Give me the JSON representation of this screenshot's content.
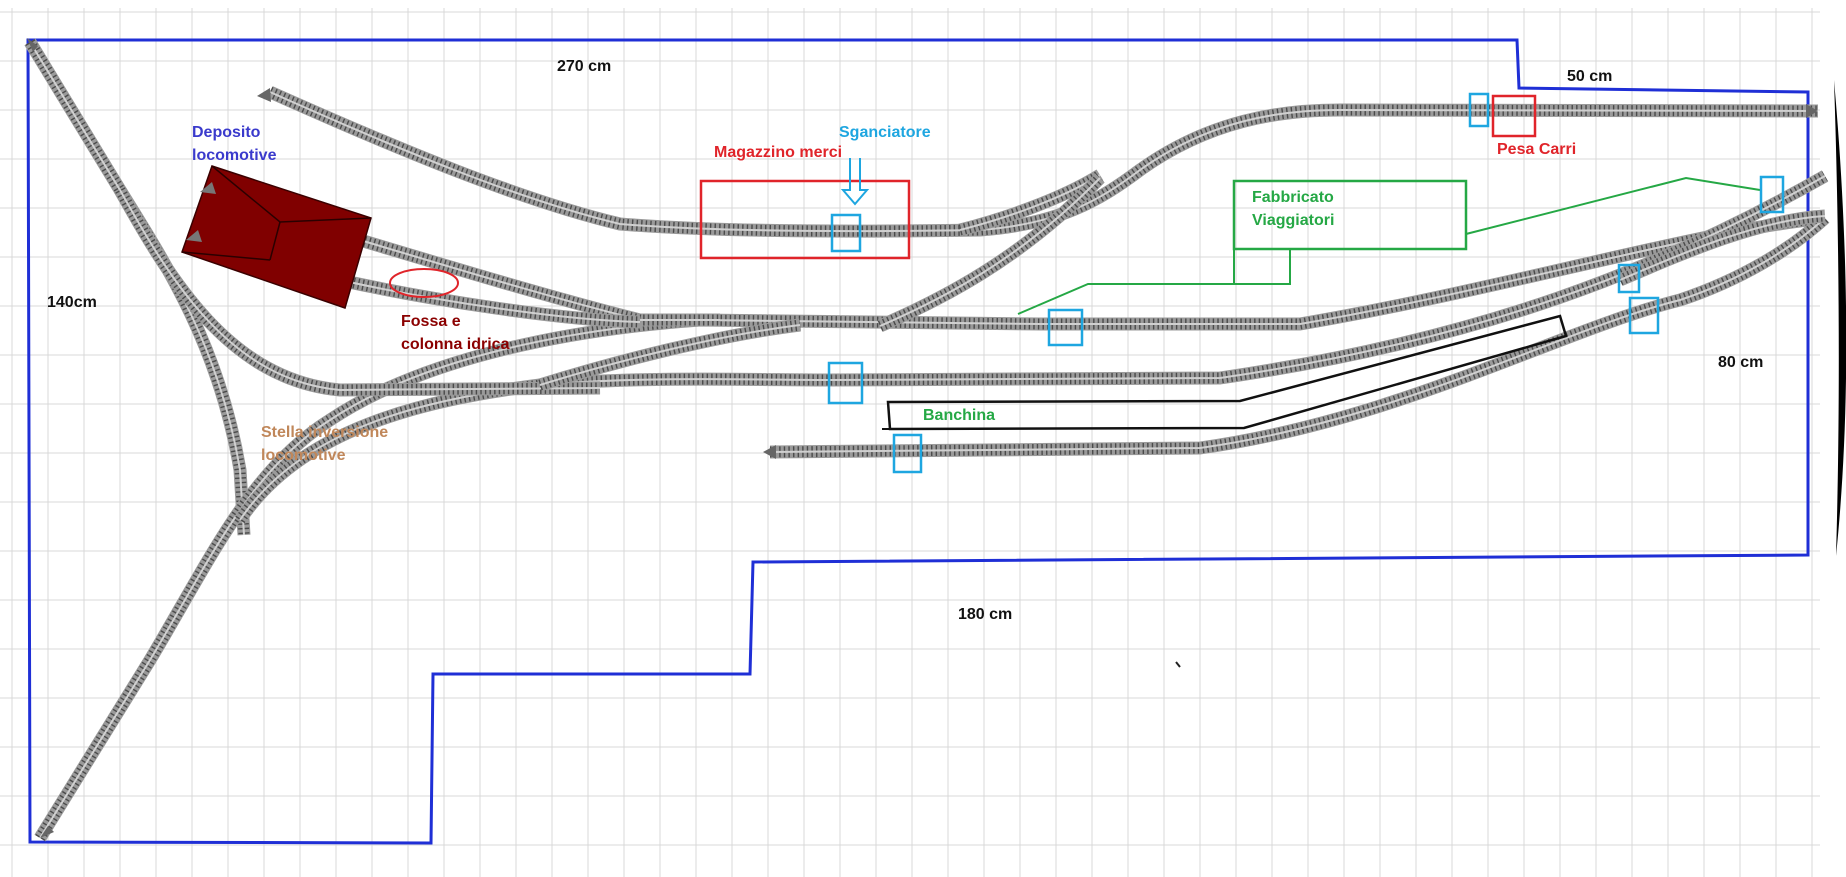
{
  "colors": {
    "background": "#ffffff",
    "grid": "#d9d9d9",
    "board_outline": "#1f2fd6",
    "track_bed": "#9a9a9a",
    "track_tie": "#4a4a4a",
    "track_rail": "#6a6a6a",
    "depot_fill": "#800000",
    "platform": "#111111",
    "building": "#25a845",
    "warehouse": "#e0242a",
    "uncoupler": "#1ea6e0",
    "dim_text": "#111111",
    "text_depot": "#3a3acc",
    "text_uncoupler": "#1ea6e0",
    "text_warehouse": "#e0242a",
    "text_pit": "#8b0000",
    "text_turn": "#c0875a",
    "text_green": "#25a845"
  },
  "labels": {
    "dim_top": "270 cm",
    "dim_top_right": "50 cm",
    "dim_left": "140cm",
    "dim_right": "80 cm",
    "dim_bottom": "180 cm",
    "depot_line1": "Deposito",
    "depot_line2": "locomotive",
    "uncoupler": "Sganciatore",
    "warehouse": "Magazzino merci",
    "scale": "Pesa Carri",
    "station_line1": "Fabbricato",
    "station_line2": "Viaggiatori",
    "pit_line1": "Fossa e",
    "pit_line2": "colonna idrica",
    "wye_line1": "Stella inversione",
    "wye_line2": "locomotive",
    "platform": "Banchina"
  }
}
